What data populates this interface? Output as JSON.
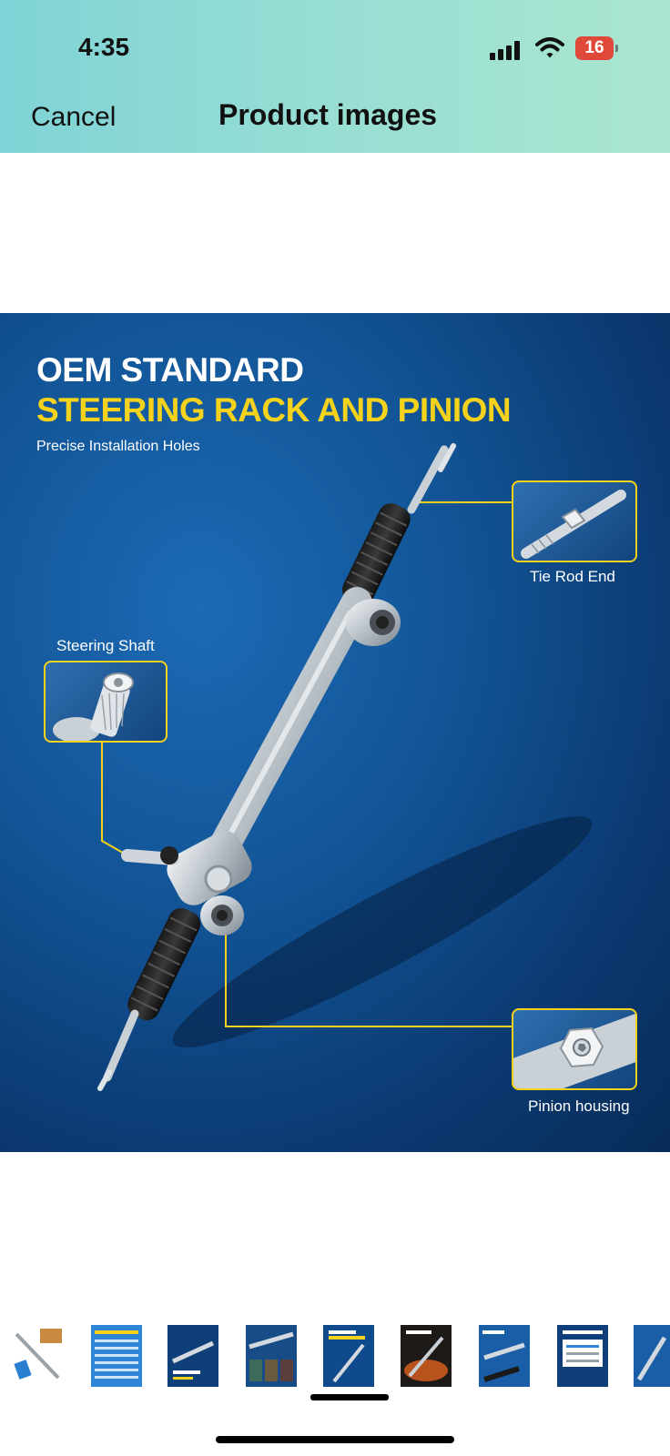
{
  "status_bar": {
    "time": "4:35",
    "battery": "16"
  },
  "nav": {
    "cancel_label": "Cancel",
    "title": "Product images"
  },
  "product_image": {
    "heading_line1": "OEM STANDARD",
    "heading_line2": "STEERING RACK AND PINION",
    "subheading": "Precise Installation Holes",
    "callouts": {
      "tie_rod": "Tie Rod End",
      "steering_shaft": "Steering Shaft",
      "pinion_housing": "Pinion housing"
    },
    "colors": {
      "accent": "#f5d21b",
      "background": "#0b3a72"
    }
  },
  "thumbnails": [
    {
      "id": "thumb-1",
      "icon": "product-with-box"
    },
    {
      "id": "thumb-2",
      "icon": "compatibility-info"
    },
    {
      "id": "thumb-3",
      "icon": "precise-fast-steering"
    },
    {
      "id": "thumb-4",
      "icon": "oil-protection"
    },
    {
      "id": "thumb-5",
      "icon": "oem-standard",
      "selected": true
    },
    {
      "id": "thumb-6",
      "icon": "service-life"
    },
    {
      "id": "thumb-7",
      "icon": "detail-design"
    },
    {
      "id": "thumb-8",
      "icon": "how-to-confirm"
    },
    {
      "id": "thumb-9",
      "icon": "product-details"
    }
  ]
}
